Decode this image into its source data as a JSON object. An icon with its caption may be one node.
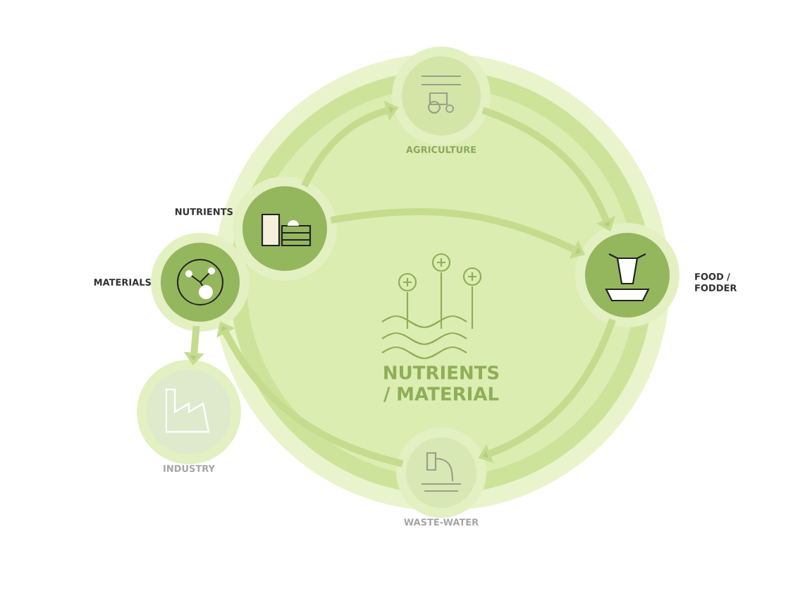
{
  "diagram": {
    "nodes": [
      {
        "text": [
          "NUTRIENTS / MATERIAL"
        ]
      },
      {
        "text": [
          "AGRICULTURE"
        ]
      },
      {
        "text": [
          "FOOD / FODDER"
        ]
      },
      {
        "text": [
          "WASTE-WATER"
        ]
      },
      {
        "text": [
          "NUTRIENTS"
        ]
      },
      {
        "text": [
          "MATERIALS"
        ]
      },
      {
        "text": [
          "INDUSTRY"
        ]
      }
    ],
    "edges": [
      {
        "from": 4,
        "to": 1,
        "arrow": "to"
      },
      {
        "from": 1,
        "to": 2,
        "arrow": "to"
      },
      {
        "from": 2,
        "to": 3,
        "arrow": "to"
      },
      {
        "from": 3,
        "to": 5,
        "arrow": "to"
      },
      {
        "from": 4,
        "to": 2,
        "arrow": "to"
      },
      {
        "from": 5,
        "to": 6,
        "arrow": "to"
      }
    ]
  }
}
